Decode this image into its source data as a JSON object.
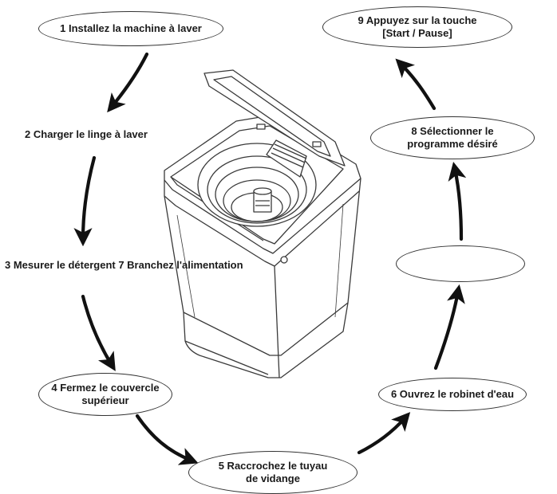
{
  "steps": {
    "s1": "1 Installez la machine à laver",
    "s2": "2 Charger le linge à laver",
    "s3": "3 Mesurer le détergent 7 Branchez l'alimentation",
    "s4_line1": "4 Fermez le couvercle",
    "s4_line2": "supérieur",
    "s5_line1": "5 Raccrochez le tuyau",
    "s5_line2": "de vidange",
    "s6": "6 Ouvrez le robinet d'eau",
    "s7": "",
    "s8_line1": "8 Sélectionner le",
    "s8_line2": "programme désiré",
    "s9_line1": "9 Appuyez sur la touche",
    "s9_line2": "[Start / Pause]"
  },
  "illustration": {
    "icon": "washing-machine-icon"
  },
  "colors": {
    "ink": "#1a1a1a",
    "outline": "#333333",
    "machine_line": "#3a3a3a"
  }
}
